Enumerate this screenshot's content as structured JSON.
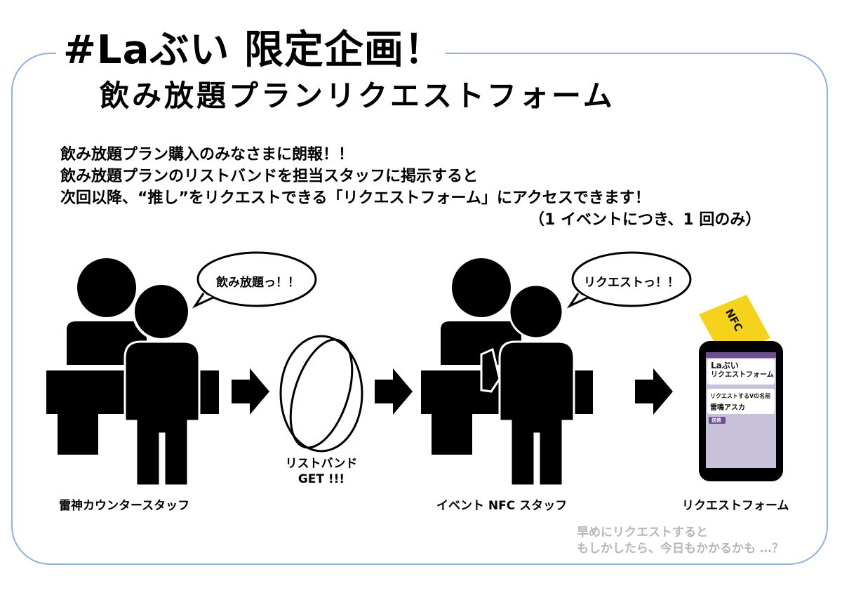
{
  "title": {
    "line1": "#Laぶい 限定企画！",
    "line2": "飲み放題プランリクエストフォーム"
  },
  "intro": [
    "飲み放題プラン購入のみなさまに朗報！！",
    "飲み放題プランのリストバンドを担当スタッフに掲示すると",
    "次回以降、“推し”をリクエストできる「リクエストフォーム」にアクセスできます！",
    "（1 イベントにつき、1 回のみ）"
  ],
  "steps": {
    "counter": {
      "label": "雷神カウンタースタッフ",
      "speech": "飲み放題っ！！"
    },
    "wristband": {
      "label_line1": "リストバンド",
      "label_line2": "GET !!!"
    },
    "nfc": {
      "label": "イベント NFC スタッフ",
      "speech": "リクエストっ！！"
    },
    "form": {
      "label": "リクエストフォーム"
    }
  },
  "card": {
    "text": "NFC"
  },
  "phone": {
    "app_title_line1": "Laぶい",
    "app_title_line2": "リクエストフォーム",
    "field_label": "リクエストするVの名前",
    "field_value": "雷鳴アスカ",
    "submit": "送信"
  },
  "note": {
    "line1": "早めにリクエストすると",
    "line2": "もしかしたら、今日もかかるかも …？"
  },
  "colors": {
    "frame": "#8fb0e0",
    "card": "#f5d21c",
    "phone_screen": "#c9c1d9",
    "phone_header": "#6b4f8e",
    "note": "#b7b7b7"
  },
  "icons": [
    "person-icon",
    "counter-desk-icon",
    "speech-bubble-icon",
    "arrow-right-icon",
    "wristband-icon",
    "smartphone-icon",
    "nfc-card-icon"
  ]
}
